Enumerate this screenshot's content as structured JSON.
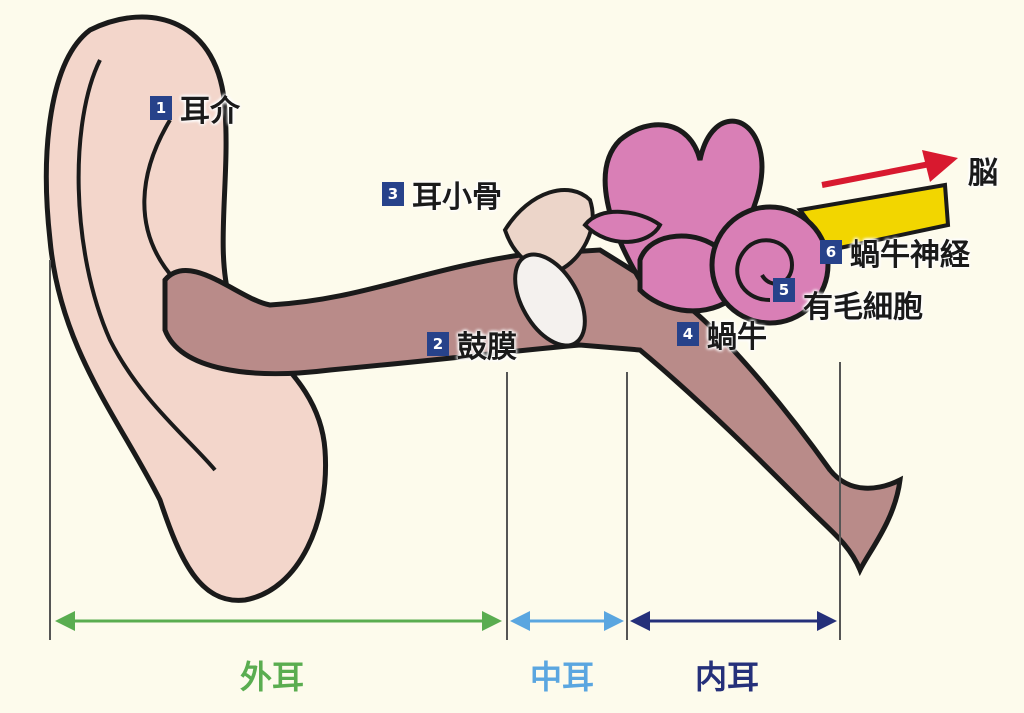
{
  "labels": [
    {
      "num": "1",
      "text": "耳介"
    },
    {
      "num": "2",
      "text": "鼓膜"
    },
    {
      "num": "3",
      "text": "耳小骨"
    },
    {
      "num": "4",
      "text": "蝸牛"
    },
    {
      "num": "5",
      "text": "有毛細胞"
    },
    {
      "num": "6",
      "text": "蝸牛神経"
    }
  ],
  "brain_label": "脳",
  "regions": [
    {
      "text": "外耳",
      "color": "#5aad50"
    },
    {
      "text": "中耳",
      "color": "#5aa6e0"
    },
    {
      "text": "内耳",
      "color": "#25307a"
    }
  ],
  "colors": {
    "background": "#fdfbec",
    "skin": "#f3d6cb",
    "canal": "#b98b89",
    "inner_ear": "#d97fb6",
    "nerve": "#f2d600",
    "arrow": "#d8192f",
    "badge": "#27428a"
  }
}
